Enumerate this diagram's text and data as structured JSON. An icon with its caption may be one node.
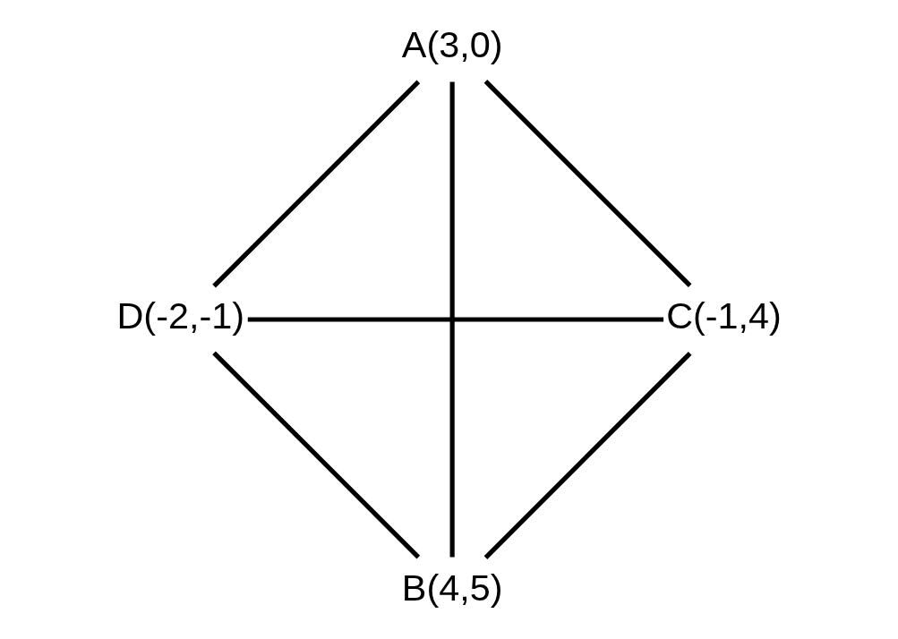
{
  "diagram": {
    "nodes": [
      {
        "text": [
          "B(4,5)"
        ]
      },
      {
        "text": [
          "C(-1,4)"
        ]
      },
      {
        "text": [
          "A(3,0)"
        ]
      },
      {
        "text": [
          "D(-2,-1)"
        ]
      }
    ],
    "edges": [
      {
        "from": 0,
        "to": 2,
        "arrow": "none"
      },
      {
        "from": 2,
        "to": 3,
        "arrow": "none"
      },
      {
        "from": 3,
        "to": 1,
        "arrow": "none"
      },
      {
        "from": 1,
        "to": 0,
        "arrow": "none"
      },
      {
        "from": 1,
        "to": 2,
        "arrow": "none"
      },
      {
        "from": 0,
        "to": 3,
        "arrow": "none"
      }
    ]
  }
}
